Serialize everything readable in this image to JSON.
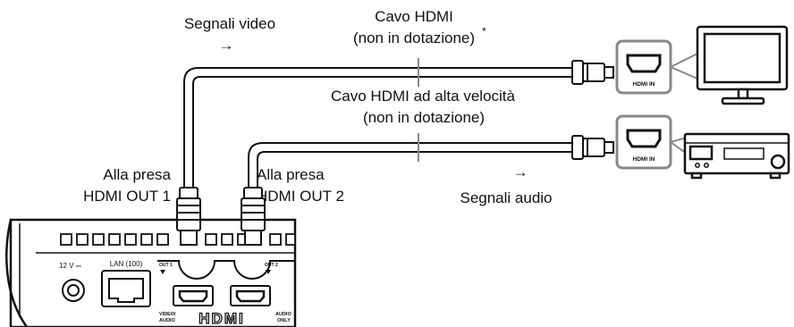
{
  "labels": {
    "video_signals": "Segnali video",
    "video_arrow": "→",
    "hdmi_cable_line1": "Cavo HDMI",
    "hdmi_cable_line2": "(non in dotazione)",
    "asterisk": "*",
    "hs_cable_line1": "Cavo HDMI ad alta velocità",
    "hs_cable_line2": "(non in dotazione)",
    "audio_arrow": "→",
    "audio_signals": "Segnali audio",
    "out1_line1": "Alla presa",
    "out1_line2": "HDMI OUT 1",
    "out2_line1": "Alla presa",
    "out2_line2": "HDMI OUT 2"
  },
  "device_panel": {
    "power_label": "12 V ⎓",
    "lan_label": "LAN (100)",
    "out1_tag": "OUT 1",
    "out2_tag": "OUT 2",
    "video_audio_label_1": "VIDEO/",
    "video_audio_label_2": "AUDIO",
    "audio_only_label_1": "AUDIO",
    "audio_only_label_2": "ONLY",
    "hdmi_logo": "HDMI"
  },
  "port_labels": {
    "tv_port": "HDMI IN",
    "receiver_port": "HDMI IN"
  },
  "colors": {
    "line": "#111111",
    "cable_mark": "#888888",
    "port_box_border": "#888888",
    "device_fill": "#ffffff"
  }
}
